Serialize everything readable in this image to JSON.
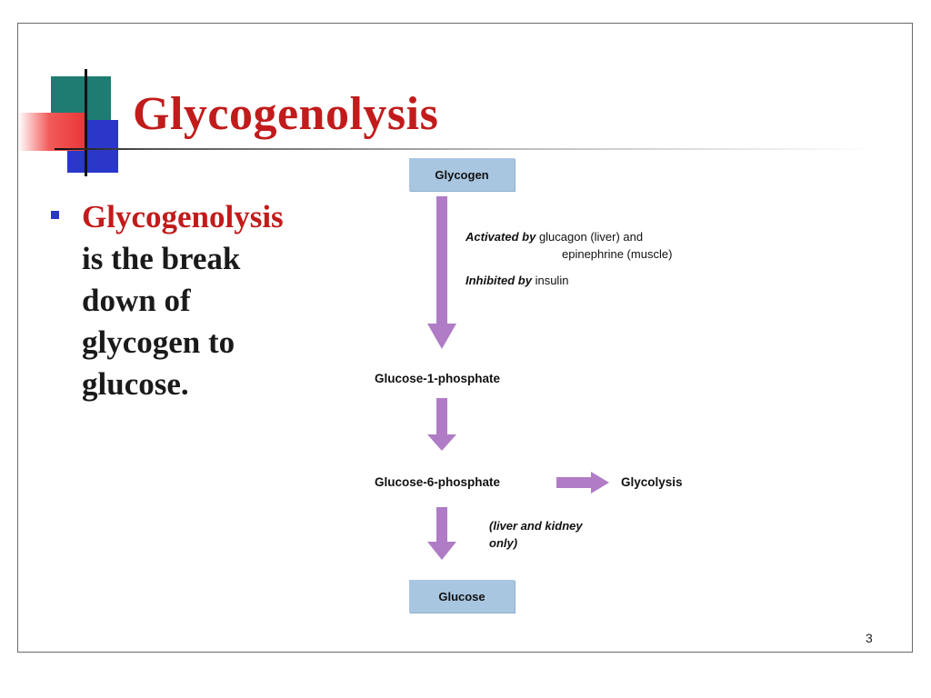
{
  "slide": {
    "title": "Glycogenolysis",
    "page_number": "3"
  },
  "bullet": {
    "term": "Glycogenolysis",
    "line1": "is the break",
    "line2": "down of",
    "line3": "glycogen to",
    "line4": "glucose."
  },
  "diagram": {
    "nodes": {
      "glycogen": "Glycogen",
      "glucose_1_phosphate": "Glucose-1-phosphate",
      "glucose_6_phosphate": "Glucose-6-phosphate",
      "glycolysis": "Glycolysis",
      "glucose": "Glucose"
    },
    "annotations": {
      "activated_prefix": "Activated by",
      "activated_rest_1": "glucagon (liver) and",
      "activated_rest_2": "epinephrine (muscle)",
      "inhibited_prefix": "Inhibited by",
      "inhibited_rest": "insulin",
      "liver_kidney": "(liver and kidney only)"
    },
    "colors": {
      "box_fill": "#a8c6e0",
      "arrow_fill": "#b07cc6",
      "title_red": "#c21b1b",
      "accent_blue": "#2a37c9",
      "accent_teal": "#1e7c72"
    }
  }
}
